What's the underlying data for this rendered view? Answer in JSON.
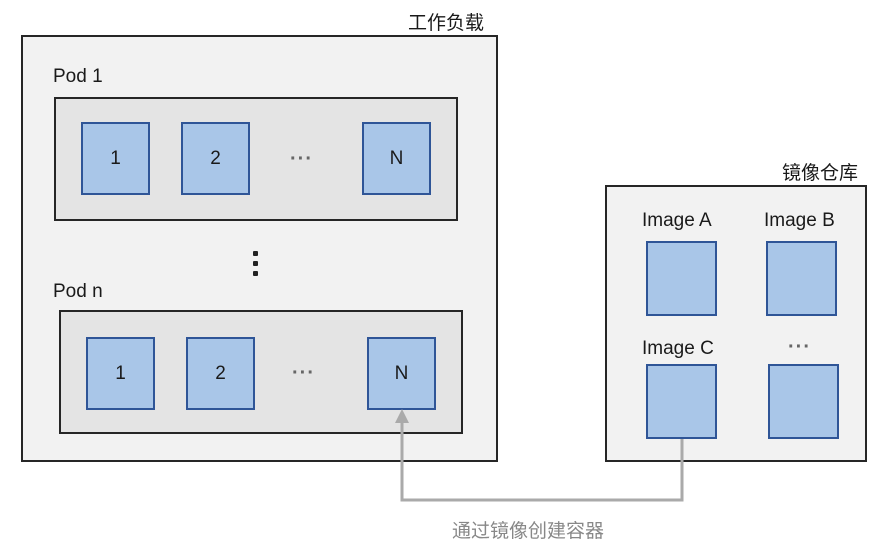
{
  "workload": {
    "title": "工作负载",
    "pod1": {
      "label": "Pod 1",
      "c1": "1",
      "c2": "2",
      "ellipsis": "···",
      "cn": "N"
    },
    "podn": {
      "label": "Pod n",
      "c1": "1",
      "c2": "2",
      "ellipsis": "···",
      "cn": "N"
    }
  },
  "registry": {
    "title": "镜像仓库",
    "image_a": "Image A",
    "image_b": "Image B",
    "image_c": "Image C",
    "ellipsis": "···"
  },
  "connector": {
    "label": "通过镜像创建容器",
    "color": "#aaaaaa"
  },
  "colors": {
    "container_fill": "#a9c6e8",
    "container_border": "#2f5597",
    "panel": "#f2f2f2",
    "pod": "#e4e4e4"
  }
}
